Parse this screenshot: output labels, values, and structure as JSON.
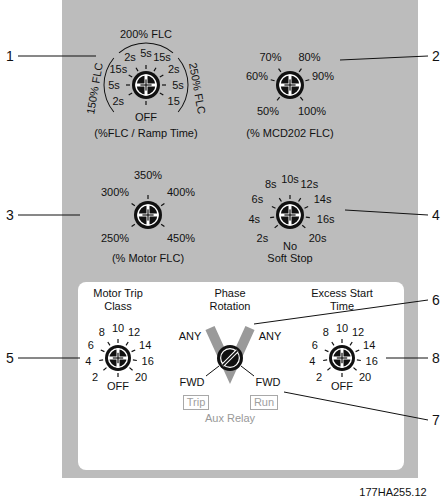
{
  "diagram": {
    "nodes": [
      {
        "text": [
          "Trip"
        ]
      },
      {
        "text": [
          "Run"
        ]
      }
    ],
    "labels": [
      "1",
      "15s",
      "5s",
      "2s",
      "2s",
      "5s",
      "15s",
      "2s",
      "5s",
      "15",
      "200% FLC",
      "150% FLC",
      "250% FLC",
      "OFF",
      "(%FLC / Ramp Time)",
      "2",
      "70%",
      "80%",
      "60%",
      "90%",
      "50%",
      "100%",
      "(% MCD202 FLC)",
      "3",
      "300%",
      "350%",
      "400%",
      "250%",
      "450%",
      "(% Motor FLC)",
      "4",
      "2s",
      "4s",
      "6s",
      "8s",
      "10s",
      "12s",
      "14s",
      "16s",
      "20s",
      "No",
      "Soft Stop",
      "5",
      "Motor Trip Class",
      "2",
      "4",
      "6",
      "8",
      "10",
      "12",
      "14",
      "16",
      "20",
      "OFF",
      "Phase Rotation",
      "6",
      "ANY",
      "ANY",
      "FWD",
      "FWD",
      "Aux Relay",
      "Excess Start Time",
      "8",
      "2",
      "4",
      "6",
      "8",
      "10",
      "12",
      "14",
      "16",
      "20",
      "OFF",
      "7",
      "177HA255.12"
    ]
  }
}
